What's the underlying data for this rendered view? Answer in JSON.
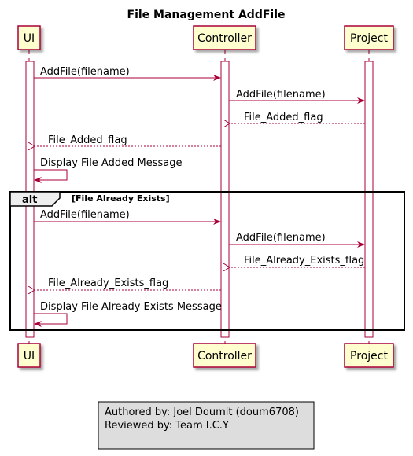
{
  "diagram": {
    "title": "File Management AddFile",
    "participants": {
      "ui": "UI",
      "controller": "Controller",
      "project": "Project"
    },
    "messages": [
      "AddFile(filename)",
      "AddFile(filename)",
      "File_Added_flag",
      "File_Added_flag",
      "Display File Added Message",
      "AddFile(filename)",
      "AddFile(filename)",
      "File_Already_Exists_flag",
      "File_Already_Exists_flag",
      "Display File Already Exists Message"
    ],
    "alt": {
      "keyword": "alt",
      "condition": "[File Already Exists]"
    },
    "footer": {
      "line1": "Authored by: Joel Doumit (doum6708)",
      "line2": "Reviewed by: Team I.C.Y"
    },
    "colors": {
      "participant_fill": "#FEFECE",
      "participant_border": "#A80036",
      "arrow": "#A80036",
      "lifeline": "#A80036",
      "footer_fill": "#DDDDDD"
    }
  }
}
